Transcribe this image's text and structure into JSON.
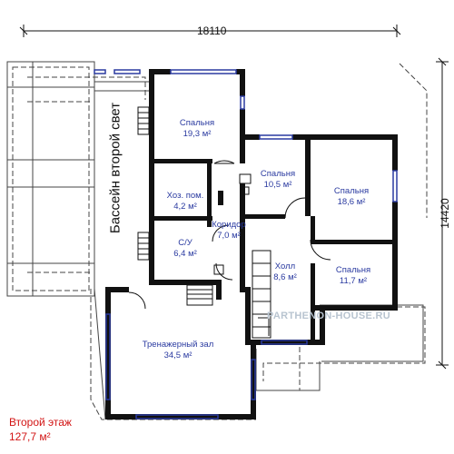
{
  "dimensions": {
    "width": "18110",
    "height": "14420"
  },
  "pool": {
    "label": "Бассейн второй свет"
  },
  "rooms": [
    {
      "name": "Спальня",
      "area": "19,3 м²"
    },
    {
      "name": "Спальня",
      "area": "10,5 м²"
    },
    {
      "name": "Спальня",
      "area": "18,6 м²"
    },
    {
      "name": "Хоз. пом.",
      "area": "4,2 м²"
    },
    {
      "name": "Коридор",
      "area": "7,0 м²"
    },
    {
      "name": "С/У",
      "area": "6,4 м²"
    },
    {
      "name": "Холл",
      "area": "8,6 м²"
    },
    {
      "name": "Спальня",
      "area": "11,7 м²"
    },
    {
      "name": "Тренажерный зал",
      "area": "34,5 м²"
    }
  ],
  "watermark": "PARTHENON-HOUSE.RU",
  "floor": {
    "title": "Второй этаж",
    "area": "127,7 м²"
  },
  "colors": {
    "wall": "#111111",
    "label": "#2a3aa0",
    "title": "#d21414",
    "window": "#2a3aa0"
  }
}
